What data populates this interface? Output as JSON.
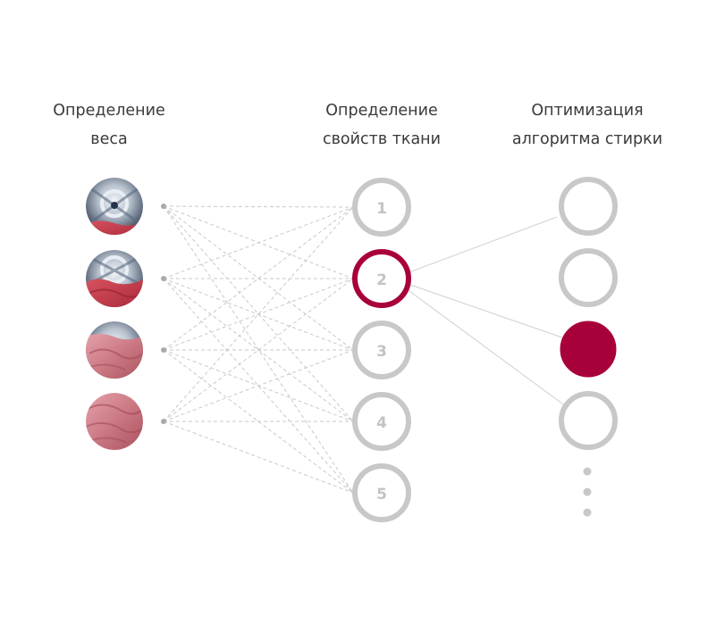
{
  "columns": {
    "weight": {
      "line1": "Определение",
      "line2": "веса"
    },
    "fabric": {
      "line1": "Определение",
      "line2": "свойств ткани"
    },
    "algorithm": {
      "line1": "Оптимизация",
      "line2": "алгоритма стирки"
    }
  },
  "fabric_nodes": [
    "1",
    "2",
    "3",
    "4",
    "5"
  ],
  "selected_fabric_node": "2",
  "selected_algorithm_node": 3,
  "colors": {
    "accent": "#a8003a",
    "ring": "#c8c8c8",
    "node_label": "#c3c3c3",
    "dashed_line": "#c9c9c9",
    "solid_line": "#cfcfcf",
    "dot": "#aaaaaa",
    "text": "#3a3a3a"
  }
}
